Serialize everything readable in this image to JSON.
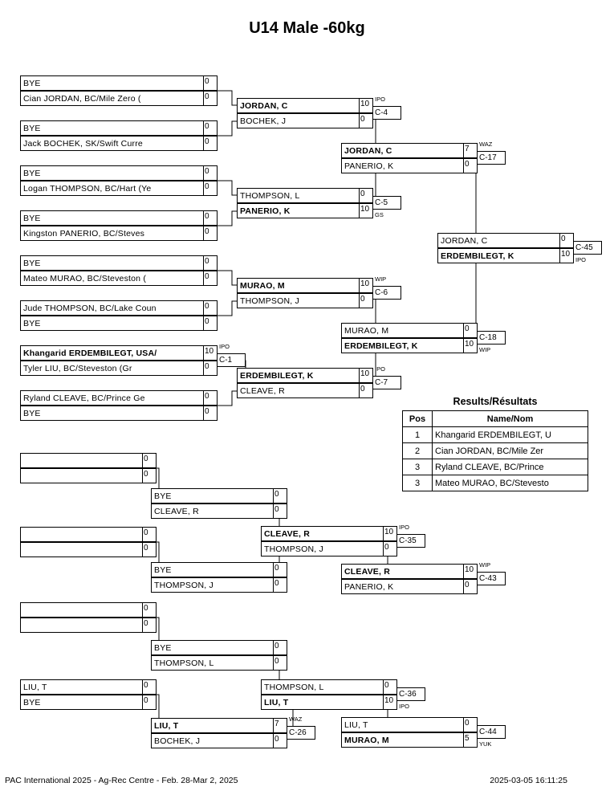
{
  "title": "U14 Male -60kg",
  "matches": [
    {
      "id": "m01",
      "top": {
        "name": "BYE",
        "score": "0"
      },
      "bot": {
        "name": "Cian JORDAN, BC/Mile Zero (",
        "score": "0"
      }
    },
    {
      "id": "m02",
      "top": {
        "name": "BYE",
        "score": "0"
      },
      "bot": {
        "name": "Jack BOCHEK, SK/Swift Curre",
        "score": "0"
      }
    },
    {
      "id": "m03",
      "top": {
        "name": "BYE",
        "score": "0"
      },
      "bot": {
        "name": "Logan THOMPSON, BC/Hart (Ye",
        "score": "0"
      }
    },
    {
      "id": "m04",
      "top": {
        "name": "BYE",
        "score": "0"
      },
      "bot": {
        "name": "Kingston PANERIO, BC/Steves",
        "score": "0"
      }
    },
    {
      "id": "m05",
      "top": {
        "name": "BYE",
        "score": "0"
      },
      "bot": {
        "name": "Mateo MURAO, BC/Steveston (",
        "score": "0"
      }
    },
    {
      "id": "m06",
      "top": {
        "name": "Jude THOMPSON, BC/Lake Coun",
        "score": "0"
      },
      "bot": {
        "name": "BYE",
        "score": "0"
      }
    },
    {
      "id": "m07",
      "code": "C-1",
      "tag": "IPO",
      "top": {
        "name": "Khangarid ERDEMBILEGT, USA/",
        "score": "10",
        "win": true
      },
      "bot": {
        "name": "Tyler LIU, BC/Steveston (Gr",
        "score": "0"
      }
    },
    {
      "id": "m08",
      "top": {
        "name": "Ryland CLEAVE, BC/Prince Ge",
        "score": "0"
      },
      "bot": {
        "name": "BYE",
        "score": "0"
      }
    },
    {
      "id": "m09",
      "code": "C-4",
      "tag": "IPO",
      "top": {
        "name": "JORDAN, C",
        "score": "10",
        "win": true
      },
      "bot": {
        "name": "BOCHEK, J",
        "score": "0"
      }
    },
    {
      "id": "m10",
      "code": "C-5",
      "tag": "GS",
      "top": {
        "name": "THOMPSON, L",
        "score": "0"
      },
      "bot": {
        "name": "PANERIO, K",
        "score": "10",
        "win": true
      }
    },
    {
      "id": "m11",
      "code": "C-6",
      "tag": "WIP",
      "top": {
        "name": "MURAO, M",
        "score": "10",
        "win": true
      },
      "bot": {
        "name": "THOMPSON, J",
        "score": "0"
      }
    },
    {
      "id": "m12",
      "code": "C-7",
      "tag": "IPO",
      "top": {
        "name": "ERDEMBILEGT, K",
        "score": "10",
        "win": true
      },
      "bot": {
        "name": "CLEAVE, R",
        "score": "0"
      }
    },
    {
      "id": "m13",
      "code": "C-17",
      "tag": "WAZ",
      "top": {
        "name": "JORDAN, C",
        "score": "7",
        "win": true
      },
      "bot": {
        "name": "PANERIO, K",
        "score": "0"
      }
    },
    {
      "id": "m14",
      "code": "C-18",
      "tag": "WIP",
      "top": {
        "name": "MURAO, M",
        "score": "0"
      },
      "bot": {
        "name": "ERDEMBILEGT, K",
        "score": "10",
        "win": true
      }
    },
    {
      "id": "m15",
      "code": "C-45",
      "tag": "IPO",
      "top": {
        "name": "JORDAN, C",
        "score": "0"
      },
      "bot": {
        "name": "ERDEMBILEGT, K",
        "score": "10",
        "win": true
      }
    },
    {
      "id": "r01",
      "top": {
        "name": "",
        "score": "0"
      },
      "bot": {
        "name": "",
        "score": "0"
      }
    },
    {
      "id": "r02",
      "top": {
        "name": "",
        "score": "0"
      },
      "bot": {
        "name": "",
        "score": "0"
      }
    },
    {
      "id": "r03",
      "top": {
        "name": "",
        "score": "0"
      },
      "bot": {
        "name": "",
        "score": "0"
      }
    },
    {
      "id": "r04",
      "top": {
        "name": "LIU, T",
        "score": "0"
      },
      "bot": {
        "name": "BYE",
        "score": "0"
      }
    },
    {
      "id": "r05",
      "top": {
        "name": "BYE",
        "score": "0"
      },
      "bot": {
        "name": "CLEAVE, R",
        "score": "0"
      }
    },
    {
      "id": "r06",
      "top": {
        "name": "BYE",
        "score": "0"
      },
      "bot": {
        "name": "THOMPSON, J",
        "score": "0"
      }
    },
    {
      "id": "r07",
      "top": {
        "name": "BYE",
        "score": "0"
      },
      "bot": {
        "name": "THOMPSON, L",
        "score": "0"
      }
    },
    {
      "id": "r08",
      "code": "C-26",
      "tag": "WAZ",
      "top": {
        "name": "LIU, T",
        "score": "7",
        "win": true
      },
      "bot": {
        "name": "BOCHEK, J",
        "score": "0"
      }
    },
    {
      "id": "r09",
      "code": "C-35",
      "tag": "IPO",
      "top": {
        "name": "CLEAVE, R",
        "score": "10",
        "win": true
      },
      "bot": {
        "name": "THOMPSON, J",
        "score": "0"
      }
    },
    {
      "id": "r10",
      "code": "C-36",
      "tag": "IPO",
      "top": {
        "name": "THOMPSON, L",
        "score": "0"
      },
      "bot": {
        "name": "LIU, T",
        "score": "10",
        "win": true
      }
    },
    {
      "id": "r11",
      "code": "C-43",
      "tag": "WIP",
      "top": {
        "name": "CLEAVE, R",
        "score": "10",
        "win": true
      },
      "bot": {
        "name": "PANERIO, K",
        "score": "0"
      }
    },
    {
      "id": "r12",
      "code": "C-44",
      "tag": "YUK",
      "top": {
        "name": "LIU, T",
        "score": "0"
      },
      "bot": {
        "name": "MURAO, M",
        "score": "5",
        "win": true
      }
    }
  ],
  "results": {
    "title": "Results/Résultats",
    "headers": {
      "pos": "Pos",
      "name": "Name/Nom"
    },
    "rows": [
      {
        "pos": "1",
        "name": "Khangarid ERDEMBILEGT, U"
      },
      {
        "pos": "2",
        "name": "Cian JORDAN, BC/Mile Zer"
      },
      {
        "pos": "3",
        "name": "Ryland CLEAVE, BC/Prince"
      },
      {
        "pos": "3",
        "name": "Mateo MURAO, BC/Stevesto"
      }
    ]
  },
  "footer": {
    "left": "PAC International 2025 - Ag-Rec Centre - Feb. 28-Mar 2, 2025",
    "right": "2025-03-05 16:11:25"
  }
}
